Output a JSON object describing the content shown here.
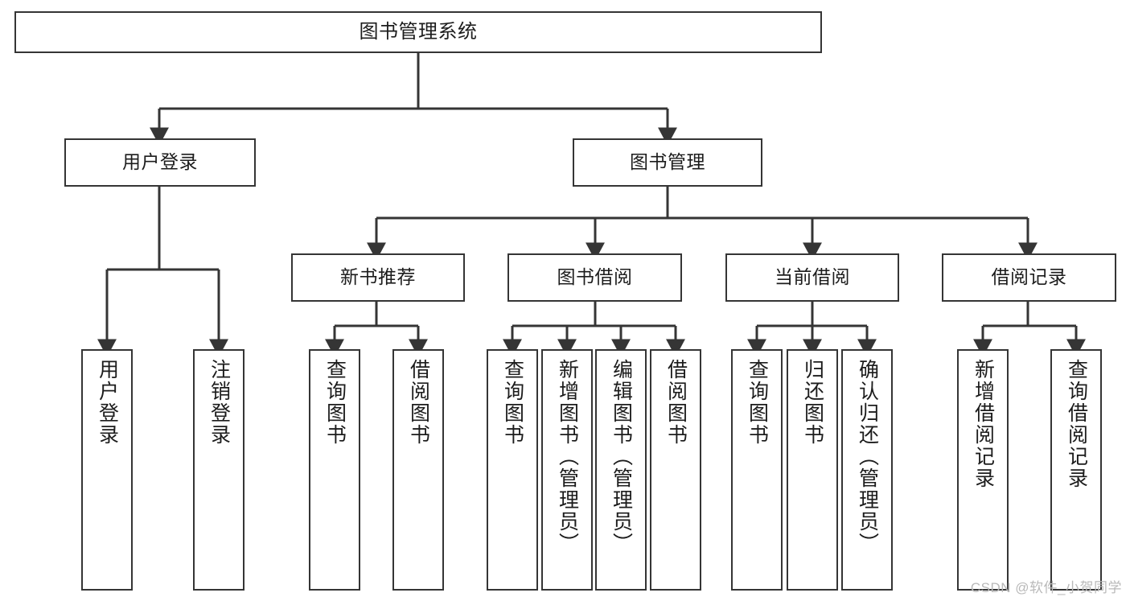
{
  "diagram": {
    "title": "图书管理系统",
    "type": "tree-hierarchy",
    "watermark": "CSDN @软件_小贺同学",
    "colors": {
      "stroke": "#353535",
      "fill": "#ffffff",
      "text": "#1c1c1c",
      "watermark": "#b9b9b9"
    },
    "nodes": {
      "root": {
        "label": "图书管理系统"
      },
      "level2": [
        {
          "id": "user-login",
          "label": "用户登录"
        },
        {
          "id": "book-manage",
          "label": "图书管理"
        }
      ],
      "level3": [
        {
          "id": "new-book-recommend",
          "label": "新书推荐"
        },
        {
          "id": "book-borrow",
          "label": "图书借阅"
        },
        {
          "id": "current-borrow",
          "label": "当前借阅"
        },
        {
          "id": "borrow-record",
          "label": "借阅记录"
        }
      ],
      "leaves": [
        {
          "id": "leaf-user-login",
          "label": "用户登录",
          "parent": "user-login"
        },
        {
          "id": "leaf-logout-login",
          "label": "注销登录",
          "parent": "user-login"
        },
        {
          "id": "leaf-query-book-1",
          "label": "查询图书",
          "parent": "new-book-recommend"
        },
        {
          "id": "leaf-borrow-book-1",
          "label": "借阅图书",
          "parent": "new-book-recommend"
        },
        {
          "id": "leaf-query-book-2",
          "label": "查询图书",
          "parent": "book-borrow"
        },
        {
          "id": "leaf-add-book",
          "label": "新增图书（管理员）",
          "parent": "book-borrow"
        },
        {
          "id": "leaf-edit-book",
          "label": "编辑图书（管理员）",
          "parent": "book-borrow"
        },
        {
          "id": "leaf-borrow-book-2",
          "label": "借阅图书",
          "parent": "book-borrow"
        },
        {
          "id": "leaf-query-book-3",
          "label": "查询图书",
          "parent": "current-borrow"
        },
        {
          "id": "leaf-return-book",
          "label": "归还图书",
          "parent": "current-borrow"
        },
        {
          "id": "leaf-confirm-return",
          "label": "确认归还（管理员）",
          "parent": "current-borrow"
        },
        {
          "id": "leaf-add-record",
          "label": "新增借阅记录",
          "parent": "borrow-record"
        },
        {
          "id": "leaf-query-record",
          "label": "查询借阅记录",
          "parent": "borrow-record"
        }
      ]
    }
  }
}
